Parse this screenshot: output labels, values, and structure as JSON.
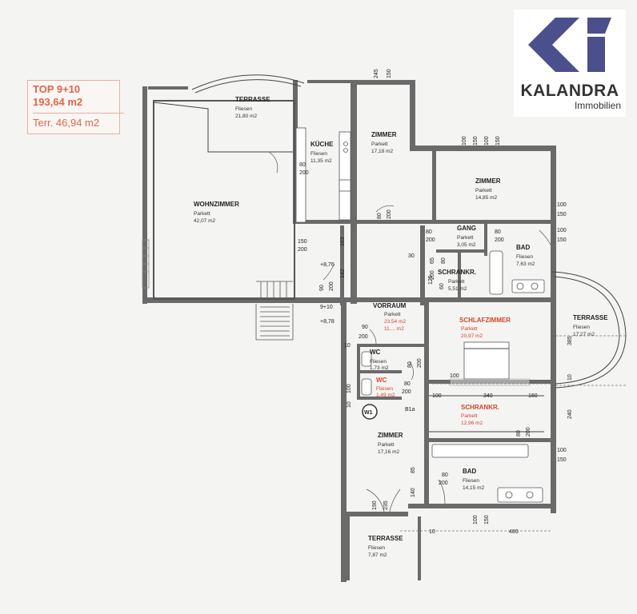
{
  "summary": {
    "unit": "TOP 9+10",
    "area": "193,64 m2",
    "terrace": "Terr. 46,94 m2"
  },
  "logo": {
    "name": "KALANDRA",
    "subtitle": "Immobilien",
    "color": "#4b4f8c"
  },
  "rooms": {
    "terrasse_top": {
      "name": "TERRASSE",
      "floor": "Fliesen",
      "area": "21,80 m2"
    },
    "kueche": {
      "name": "KÜCHE",
      "floor": "Fliesen",
      "area": "11,35 m2"
    },
    "zimmer_top": {
      "name": "ZIMMER",
      "floor": "Parkett",
      "area": "17,18 m2"
    },
    "zimmer_right": {
      "name": "ZIMMER",
      "floor": "Parkett",
      "area": "14,85 m2"
    },
    "wohnzimmer": {
      "name": "WOHNZIMMER",
      "floor": "Parkett",
      "area": "42,07 m2"
    },
    "gang": {
      "name": "GANG",
      "floor": "Parkett",
      "area": "3,05 m2"
    },
    "bad_top": {
      "name": "BAD",
      "floor": "Fliesen",
      "area": "7,63 m2"
    },
    "schrank_top": {
      "name": "SCHRANKR.",
      "floor": "Parkett",
      "area": "5,51 m2"
    },
    "vorraum": {
      "name": "VORRAUM",
      "floor": "Parkett",
      "area": "23,54 m2",
      "extra": "11,... m2"
    },
    "schlafzimmer": {
      "name": "SCHLAFZIMMER",
      "floor": "Parkett",
      "area": "20,97 m2"
    },
    "terrasse_right": {
      "name": "TERRASSE",
      "floor": "Fliesen",
      "area": "17,27 m2"
    },
    "wc1": {
      "name": "WC",
      "floor": "Fliesen",
      "area": "1,73 m2"
    },
    "wc2": {
      "name": "WC",
      "floor": "Fliesen",
      "area": "1,49 m2"
    },
    "schrank_bottom": {
      "name": "SCHRANKR.",
      "floor": "Parkett",
      "area": "12,96 m2"
    },
    "zimmer_bottom": {
      "name": "ZIMMER",
      "floor": "Parkett",
      "area": "17,16 m2"
    },
    "bad_bottom": {
      "name": "BAD",
      "floor": "Fliesen",
      "area": "14,15 m2"
    },
    "terrasse_bottom": {
      "name": "TERRASSE",
      "floor": "Fliesen",
      "area": "7,87 m2"
    }
  },
  "labels": {
    "lvl1": "+8,76",
    "lvl2": "9+10",
    "lvl3": "+8,78",
    "w1": "W1",
    "b1a": "B1a"
  },
  "dims": {
    "d245": "245",
    "d150a": "150",
    "d100a": "100",
    "d150b": "150",
    "d100b": "100",
    "d150c": "150",
    "d80a": "80",
    "d200a": "200",
    "d80b": "80",
    "d200b": "200",
    "d150d": "150",
    "d200c": "200",
    "d163": "163",
    "d142": "142",
    "d90a": "90",
    "d200d": "200",
    "d80c": "80",
    "d200e": "200",
    "d30": "30",
    "d65": "65",
    "d80d": "80",
    "d200f": "200",
    "d80e": "80",
    "d200g": "200",
    "d100c": "100",
    "d150e": "150",
    "d100d": "100",
    "d150f": "150",
    "d125": "125",
    "d60": "60",
    "d90b": "90",
    "d200h": "200",
    "d10a": "10",
    "d100e": "100",
    "d80f": "80",
    "d200i": "200",
    "d80g": "80",
    "d200j": "200",
    "d100f": "100",
    "d10b": "10",
    "d100g": "100",
    "d340": "340",
    "d160": "160",
    "d385": "385",
    "d10c": "10",
    "d240": "240",
    "d80h": "80",
    "d200k": "200",
    "d100h": "100",
    "d150g": "150",
    "d85": "85",
    "d140": "140",
    "d80i": "80",
    "d200l": "200",
    "d190": "190",
    "d235": "235",
    "d10d": "10",
    "d100i": "100",
    "d150h": "150",
    "d480": "480"
  }
}
